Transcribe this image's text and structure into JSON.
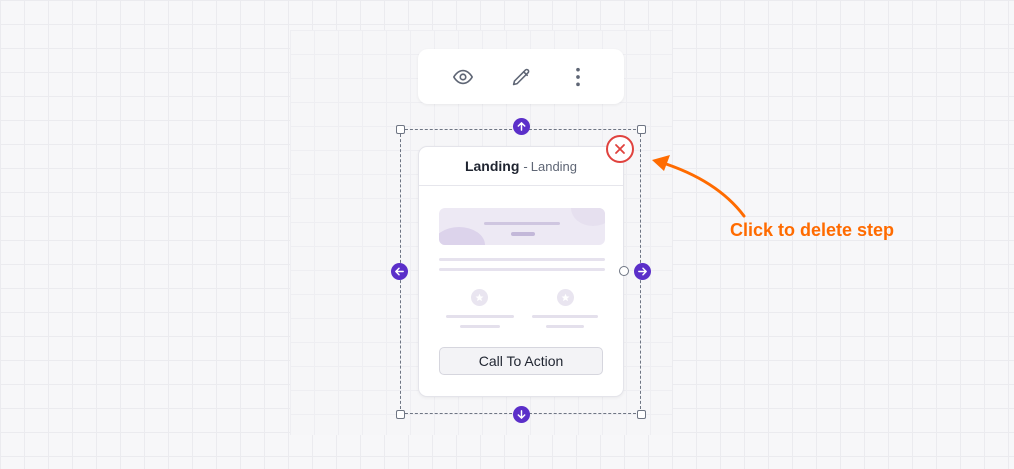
{
  "toolbar": {
    "icons": [
      "eye-icon",
      "pencil-icon",
      "more-vertical-icon"
    ]
  },
  "step": {
    "name": "Landing",
    "separator": "-",
    "type": "Landing",
    "cta_label": "Call To Action"
  },
  "annotation": {
    "text": "Click to delete step",
    "color": "#ff6b00"
  },
  "colors": {
    "handle": "#5b2fc9",
    "delete": "#e0423e",
    "annotation": "#ff6b00"
  }
}
